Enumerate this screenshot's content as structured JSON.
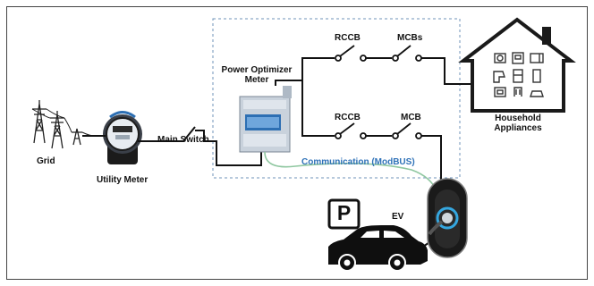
{
  "labels": {
    "grid": "Grid",
    "utility_meter": "Utility Meter",
    "main_switch": "Main Switch",
    "power_optimizer_meter_line1": "Power Optimizer",
    "power_optimizer_meter_line2": "Meter",
    "rccb_top": "RCCB",
    "mcbs_top": "MCBs",
    "rccb_bottom": "RCCB",
    "mcb_bottom": "MCB",
    "household_line1": "Household",
    "household_line2": "Appliances",
    "communication": "Communication (ModBUS)",
    "ev": "EV",
    "parking_sign": "P"
  },
  "colors": {
    "frame_border": "#444444",
    "wire": "#111111",
    "dashed_box": "#6f93b8",
    "communication_link": "#8fc7a0",
    "communication_text": "#2f72b8",
    "meter_body": "#cfd8e2",
    "meter_display": "#2d6fb3",
    "charger_accent": "#35a7e0"
  },
  "icons": [
    "power-pylon-icon",
    "utility-meter-icon",
    "power-optimizer-meter-icon",
    "house-icon",
    "parking-sign-icon",
    "car-icon",
    "ev-charger-icon"
  ]
}
